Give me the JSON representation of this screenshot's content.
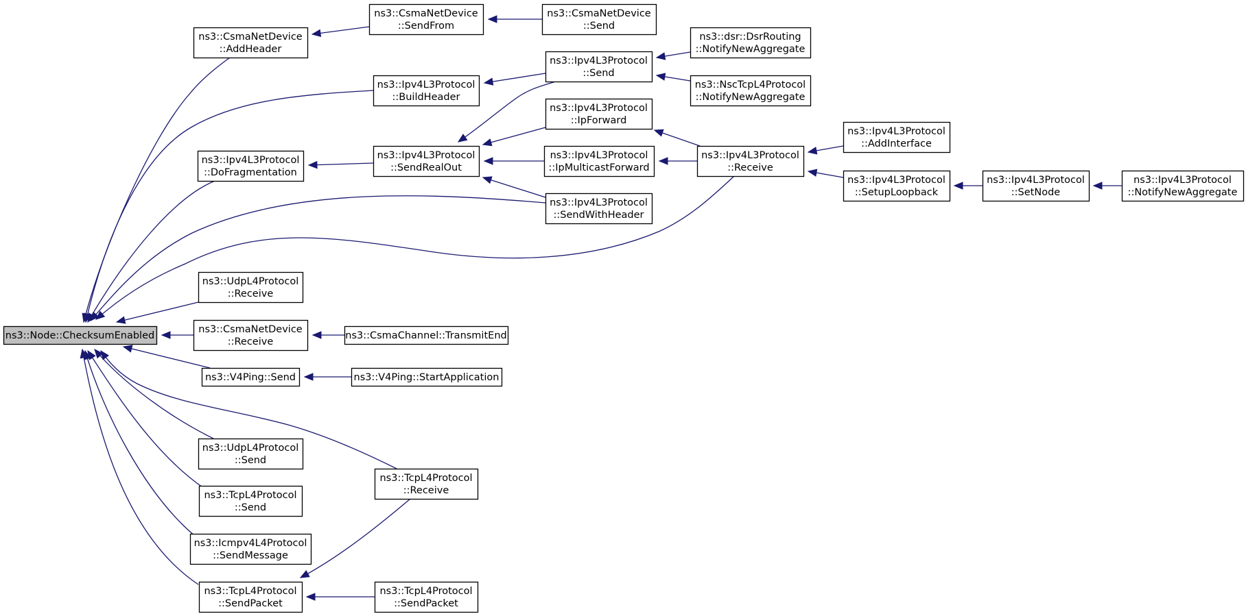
{
  "colors": {
    "edge": "#191970",
    "root_fill": "#bfbfbf",
    "node_fill": "#ffffff",
    "border": "#000000"
  },
  "nodes": {
    "checksum_enabled": {
      "lines": [
        "ns3::Node::ChecksumEnabled"
      ],
      "root": true
    },
    "csma_addheader": {
      "lines": [
        "ns3::CsmaNetDevice",
        "::AddHeader"
      ]
    },
    "csma_sendfrom": {
      "lines": [
        "ns3::CsmaNetDevice",
        "::SendFrom"
      ]
    },
    "csma_send": {
      "lines": [
        "ns3::CsmaNetDevice",
        "::Send"
      ]
    },
    "ipv4_buildheader": {
      "lines": [
        "ns3::Ipv4L3Protocol",
        "::BuildHeader"
      ]
    },
    "ipv4_send": {
      "lines": [
        "ns3::Ipv4L3Protocol",
        "::Send"
      ]
    },
    "dsr_notify": {
      "lines": [
        "ns3::dsr::DsrRouting",
        "::NotifyNewAggregate"
      ]
    },
    "nsctcp_notify": {
      "lines": [
        "ns3::NscTcpL4Protocol",
        "::NotifyNewAggregate"
      ]
    },
    "ipv4_ipforward": {
      "lines": [
        "ns3::Ipv4L3Protocol",
        "::IpForward"
      ]
    },
    "ipv4_dofrag": {
      "lines": [
        "ns3::Ipv4L3Protocol",
        "::DoFragmentation"
      ]
    },
    "ipv4_sendrealout": {
      "lines": [
        "ns3::Ipv4L3Protocol",
        "::SendRealOut"
      ]
    },
    "ipv4_ipmulticast": {
      "lines": [
        "ns3::Ipv4L3Protocol",
        "::IpMulticastForward"
      ]
    },
    "ipv4_receive": {
      "lines": [
        "ns3::Ipv4L3Protocol",
        "::Receive"
      ]
    },
    "ipv4_addinterface": {
      "lines": [
        "ns3::Ipv4L3Protocol",
        "::AddInterface"
      ]
    },
    "ipv4_setuploopback": {
      "lines": [
        "ns3::Ipv4L3Protocol",
        "::SetupLoopback"
      ]
    },
    "ipv4_setnode": {
      "lines": [
        "ns3::Ipv4L3Protocol",
        "::SetNode"
      ]
    },
    "ipv4_notify": {
      "lines": [
        "ns3::Ipv4L3Protocol",
        "::NotifyNewAggregate"
      ]
    },
    "ipv4_sendwithheader": {
      "lines": [
        "ns3::Ipv4L3Protocol",
        "::SendWithHeader"
      ]
    },
    "udp_receive": {
      "lines": [
        "ns3::UdpL4Protocol",
        "::Receive"
      ]
    },
    "csma_receive": {
      "lines": [
        "ns3::CsmaNetDevice",
        "::Receive"
      ]
    },
    "csmachannel_transmitend": {
      "lines": [
        "ns3::CsmaChannel::TransmitEnd"
      ]
    },
    "v4ping_send": {
      "lines": [
        "ns3::V4Ping::Send"
      ]
    },
    "v4ping_startapp": {
      "lines": [
        "ns3::V4Ping::StartApplication"
      ]
    },
    "udp_send": {
      "lines": [
        "ns3::UdpL4Protocol",
        "::Send"
      ]
    },
    "tcp_receive": {
      "lines": [
        "ns3::TcpL4Protocol",
        "::Receive"
      ]
    },
    "tcp_send": {
      "lines": [
        "ns3::TcpL4Protocol",
        "::Send"
      ]
    },
    "icmp_sendmessage": {
      "lines": [
        "ns3::Icmpv4L4Protocol",
        "::SendMessage"
      ]
    },
    "tcp_sendpacket": {
      "lines": [
        "ns3::TcpL4Protocol",
        "::SendPacket"
      ]
    },
    "tcp_sendpacket2": {
      "lines": [
        "ns3::TcpL4Protocol",
        "::SendPacket"
      ]
    }
  },
  "edges": [
    {
      "caller": "csma_addheader",
      "callee": "checksum_enabled"
    },
    {
      "caller": "csma_sendfrom",
      "callee": "csma_addheader"
    },
    {
      "caller": "csma_send",
      "callee": "csma_sendfrom"
    },
    {
      "caller": "ipv4_buildheader",
      "callee": "checksum_enabled"
    },
    {
      "caller": "ipv4_send",
      "callee": "ipv4_buildheader"
    },
    {
      "caller": "dsr_notify",
      "callee": "ipv4_send"
    },
    {
      "caller": "nsctcp_notify",
      "callee": "ipv4_send"
    },
    {
      "caller": "ipv4_dofrag",
      "callee": "checksum_enabled"
    },
    {
      "caller": "ipv4_sendrealout",
      "callee": "ipv4_dofrag"
    },
    {
      "caller": "ipv4_send",
      "callee": "ipv4_sendrealout"
    },
    {
      "caller": "ipv4_ipforward",
      "callee": "ipv4_sendrealout"
    },
    {
      "caller": "ipv4_ipmulticast",
      "callee": "ipv4_sendrealout"
    },
    {
      "caller": "ipv4_sendwithheader",
      "callee": "ipv4_sendrealout"
    },
    {
      "caller": "ipv4_receive",
      "callee": "ipv4_ipforward"
    },
    {
      "caller": "ipv4_receive",
      "callee": "ipv4_ipmulticast"
    },
    {
      "caller": "ipv4_addinterface",
      "callee": "ipv4_receive"
    },
    {
      "caller": "ipv4_setuploopback",
      "callee": "ipv4_receive"
    },
    {
      "caller": "ipv4_setnode",
      "callee": "ipv4_setuploopback"
    },
    {
      "caller": "ipv4_notify",
      "callee": "ipv4_setnode"
    },
    {
      "caller": "ipv4_sendwithheader",
      "callee": "checksum_enabled"
    },
    {
      "caller": "ipv4_receive",
      "callee": "checksum_enabled"
    },
    {
      "caller": "udp_receive",
      "callee": "checksum_enabled"
    },
    {
      "caller": "csma_receive",
      "callee": "checksum_enabled"
    },
    {
      "caller": "csmachannel_transmitend",
      "callee": "csma_receive"
    },
    {
      "caller": "v4ping_send",
      "callee": "checksum_enabled"
    },
    {
      "caller": "v4ping_startapp",
      "callee": "v4ping_send"
    },
    {
      "caller": "tcp_receive",
      "callee": "checksum_enabled"
    },
    {
      "caller": "udp_send",
      "callee": "checksum_enabled"
    },
    {
      "caller": "tcp_send",
      "callee": "checksum_enabled"
    },
    {
      "caller": "icmp_sendmessage",
      "callee": "checksum_enabled"
    },
    {
      "caller": "tcp_sendpacket",
      "callee": "checksum_enabled"
    },
    {
      "caller": "tcp_receive",
      "callee": "tcp_sendpacket"
    },
    {
      "caller": "tcp_sendpacket2",
      "callee": "tcp_sendpacket"
    }
  ]
}
